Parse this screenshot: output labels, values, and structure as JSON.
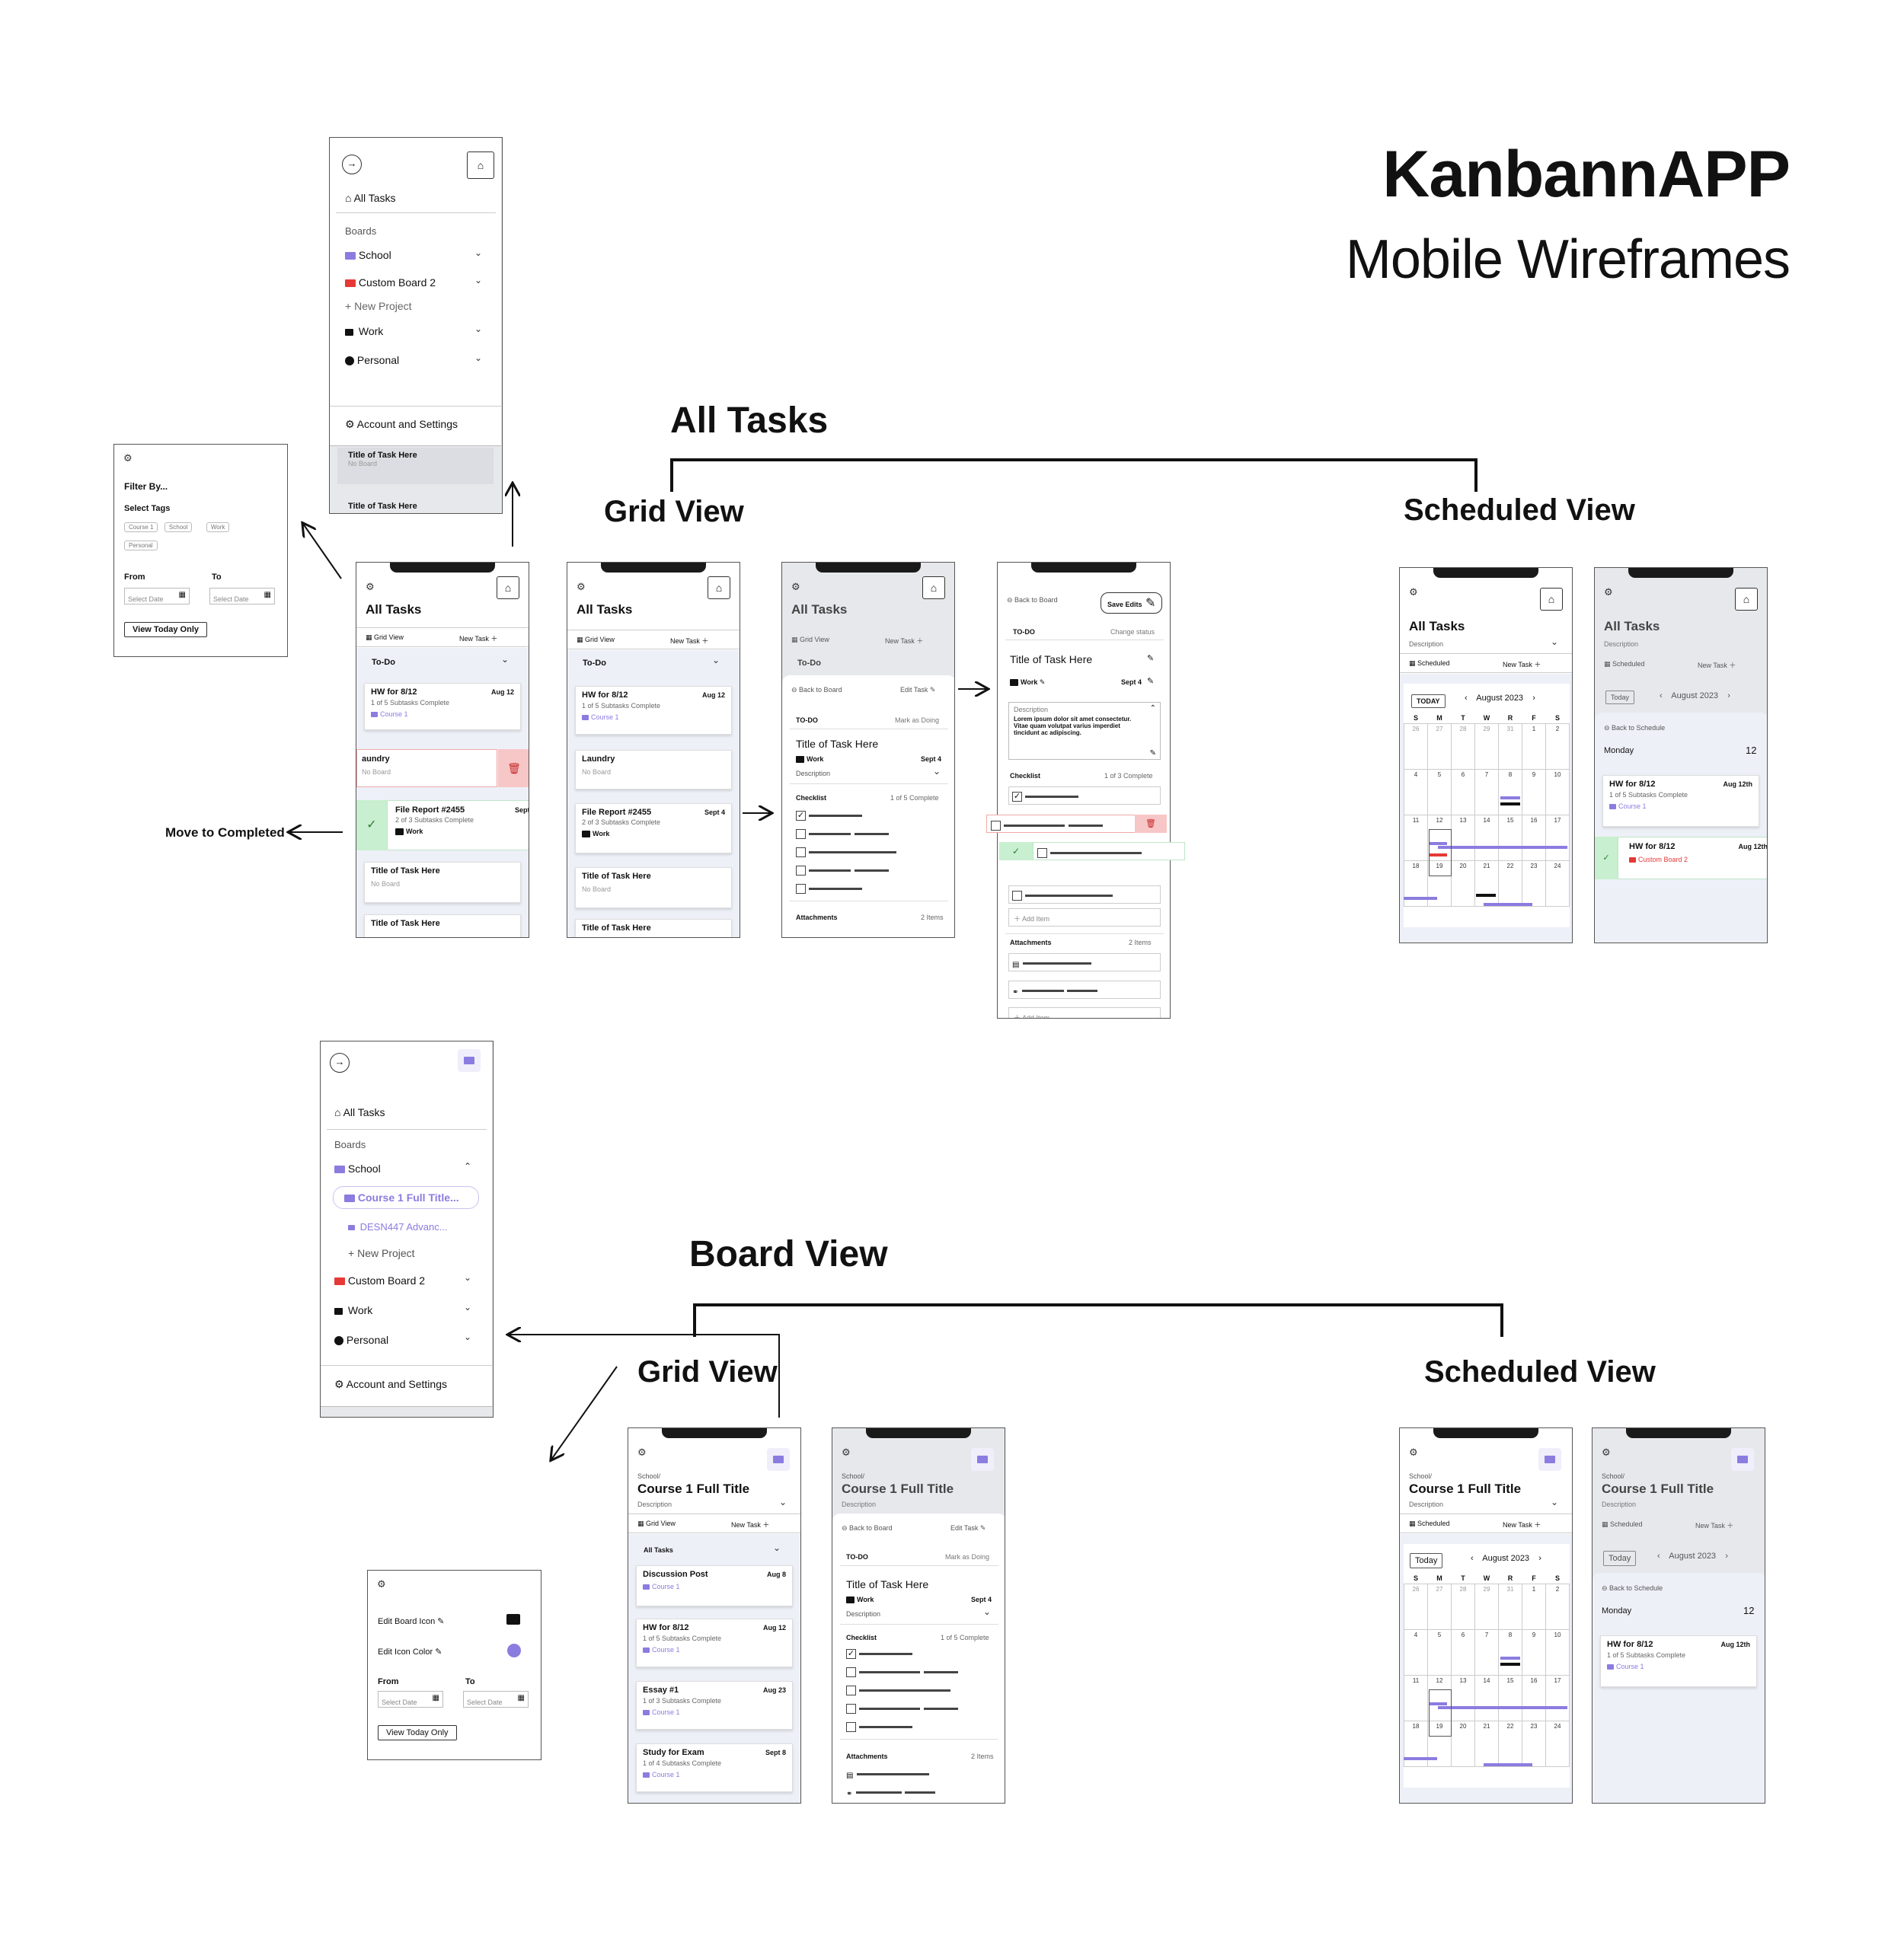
{
  "app": {
    "title": "KanbannAPP",
    "subtitle": "Mobile Wireframes"
  },
  "sections": {
    "all_tasks": "All Tasks",
    "board_view": "Board View",
    "grid_view": "Grid View",
    "scheduled_view": "Scheduled View",
    "move_to_completed": "Move to Completed"
  },
  "menu1": {
    "all_tasks": "All Tasks",
    "boards": "Boards",
    "items": [
      "School",
      "Custom Board 2",
      "New Project",
      "Work",
      "Personal"
    ],
    "account": "Account and Settings",
    "peek1": "Title of Task Here",
    "peek1_sub": "No Board",
    "peek2": "Title of Task Here"
  },
  "menu2": {
    "all_tasks": "All Tasks",
    "boards": "Boards",
    "school": "School",
    "course": "Course 1 Full Title...",
    "desn": "DESN447 Advanc...",
    "new_project": "New Project",
    "items": [
      "Custom Board 2",
      "Work",
      "Personal"
    ],
    "account": "Account and Settings"
  },
  "filter": {
    "title": "Filter By...",
    "select_tags": "Select Tags",
    "tags": [
      "Course 1",
      "School",
      "Work",
      "Personal"
    ],
    "from": "From",
    "to": "To",
    "select_date": "Select Date",
    "view_today": "View Today Only"
  },
  "board_filter": {
    "edit_icon": "Edit Board Icon",
    "edit_color": "Edit Icon Color",
    "from": "From",
    "to": "To",
    "select_date": "Select Date",
    "view_today": "View Today Only"
  },
  "common": {
    "all_tasks": "All Tasks",
    "grid_view": "Grid View",
    "new_task": "New Task",
    "todo": "To-Do",
    "todo_caps": "TO-DO",
    "scheduled": "Scheduled",
    "description": "Description",
    "back_to_board": "Back to Board",
    "back_to_schedule": "Back to Schedule",
    "edit_task": "Edit Task",
    "mark_doing": "Mark as Doing",
    "change_status": "Change status",
    "save_edits": "Save Edits",
    "task_title": "Title of Task Here",
    "work": "Work",
    "sept4": "Sept 4",
    "checklist": "Checklist",
    "one_of_five": "1 of 5 Complete",
    "one_of_three": "1 of 3 Complete",
    "attachments": "Attachments",
    "two_items": "2 Items",
    "add_item": "Add Item",
    "lorem": "Lorem ipsum dolor sit amet consectetur. Vitae quam volutpat varius imperdiet tincidunt ac adipiscing.",
    "today_caps": "TODAY",
    "today": "Today",
    "month": "August 2023",
    "monday": "Monday",
    "day12": "12",
    "school_crumb": "School/",
    "course_title": "Course 1 Full Title",
    "all_tasks_dd": "All Tasks"
  },
  "tasks": {
    "hw": "HW for 8/12",
    "aug12": "Aug 12",
    "aug12th": "Aug 12th",
    "hw_sub": "1 of 5 Subtasks Complete",
    "course1": "Course 1",
    "laundry": "Laundry",
    "aundry": "aundry",
    "no_board": "No Board",
    "file": "File Report #2455",
    "file_sub": "2 of 3 Subtasks Complete",
    "custom_board": "Custom Board 2",
    "discussion": "Discussion Post",
    "aug8": "Aug 8",
    "essay": "Essay #1",
    "essay_sub": "1 of 3 Subtasks Complete",
    "aug23": "Aug 23",
    "study": "Study for Exam",
    "sept8": "Sept 8",
    "study_sub": "1 of 4 Subtasks Complete"
  },
  "calendar": {
    "days": [
      "S",
      "M",
      "T",
      "W",
      "R",
      "F",
      "S"
    ],
    "weeks": [
      [
        "26",
        "27",
        "28",
        "29",
        "31",
        "1",
        "2"
      ],
      [
        "4",
        "5",
        "6",
        "7",
        "8",
        "9",
        "10"
      ],
      [
        "11",
        "12",
        "13",
        "14",
        "15",
        "16",
        "17"
      ],
      [
        "18",
        "19",
        "20",
        "21",
        "22",
        "23",
        "24"
      ]
    ]
  },
  "colors": {
    "accent": "#8b7ce0",
    "red": "#e53935",
    "green": "#c8efd0",
    "pink": "#f7c6c6"
  }
}
